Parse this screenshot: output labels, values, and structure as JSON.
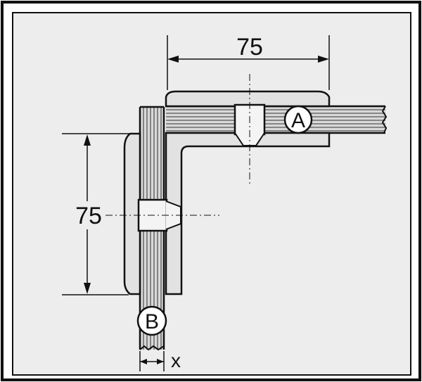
{
  "diagram": {
    "dimension_horizontal": "75",
    "dimension_vertical": "75",
    "marker_a": "A",
    "marker_b": "B",
    "thickness_label": "x"
  },
  "colors": {
    "panel_background": "#ededed",
    "outline": "#111111",
    "glass_fill": "#d9d9d9",
    "clamp_fill": "#e2e2e2"
  }
}
